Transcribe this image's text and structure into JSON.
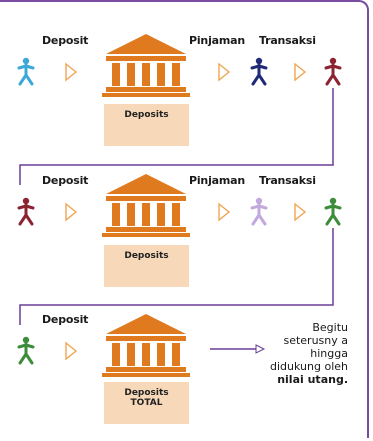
{
  "colors": {
    "connector": "#6a3d97",
    "bank": "#e07a1e",
    "box": "#f7d9b9",
    "arrow_outline": "#f0a652",
    "blue_person": "#3da8d8",
    "navy_person": "#1f2a78",
    "red_person": "#8b2331",
    "lavender_person": "#c2a9dd",
    "green_person": "#3c8c3a"
  },
  "rows": [
    {
      "deposit_label": "Deposit",
      "pinjaman_label": "Pinjaman",
      "transaksi_label": "Transaksi",
      "box_label": "Deposits",
      "people": [
        "blue-person-icon",
        "navy-person-icon",
        "red-person-icon"
      ]
    },
    {
      "deposit_label": "Deposit",
      "pinjaman_label": "Pinjaman",
      "transaksi_label": "Transaksi",
      "box_label": "Deposits",
      "people": [
        "red-person-icon",
        "lavender-person-icon",
        "green-person-icon"
      ]
    },
    {
      "deposit_label": "Deposit",
      "box_label": "Deposits\nTOTAL",
      "people": [
        "green-person-icon"
      ]
    }
  ],
  "note": {
    "text_before": "Begitu seterusny a hingga didukung oleh ",
    "bold_part": "nilai utang."
  }
}
